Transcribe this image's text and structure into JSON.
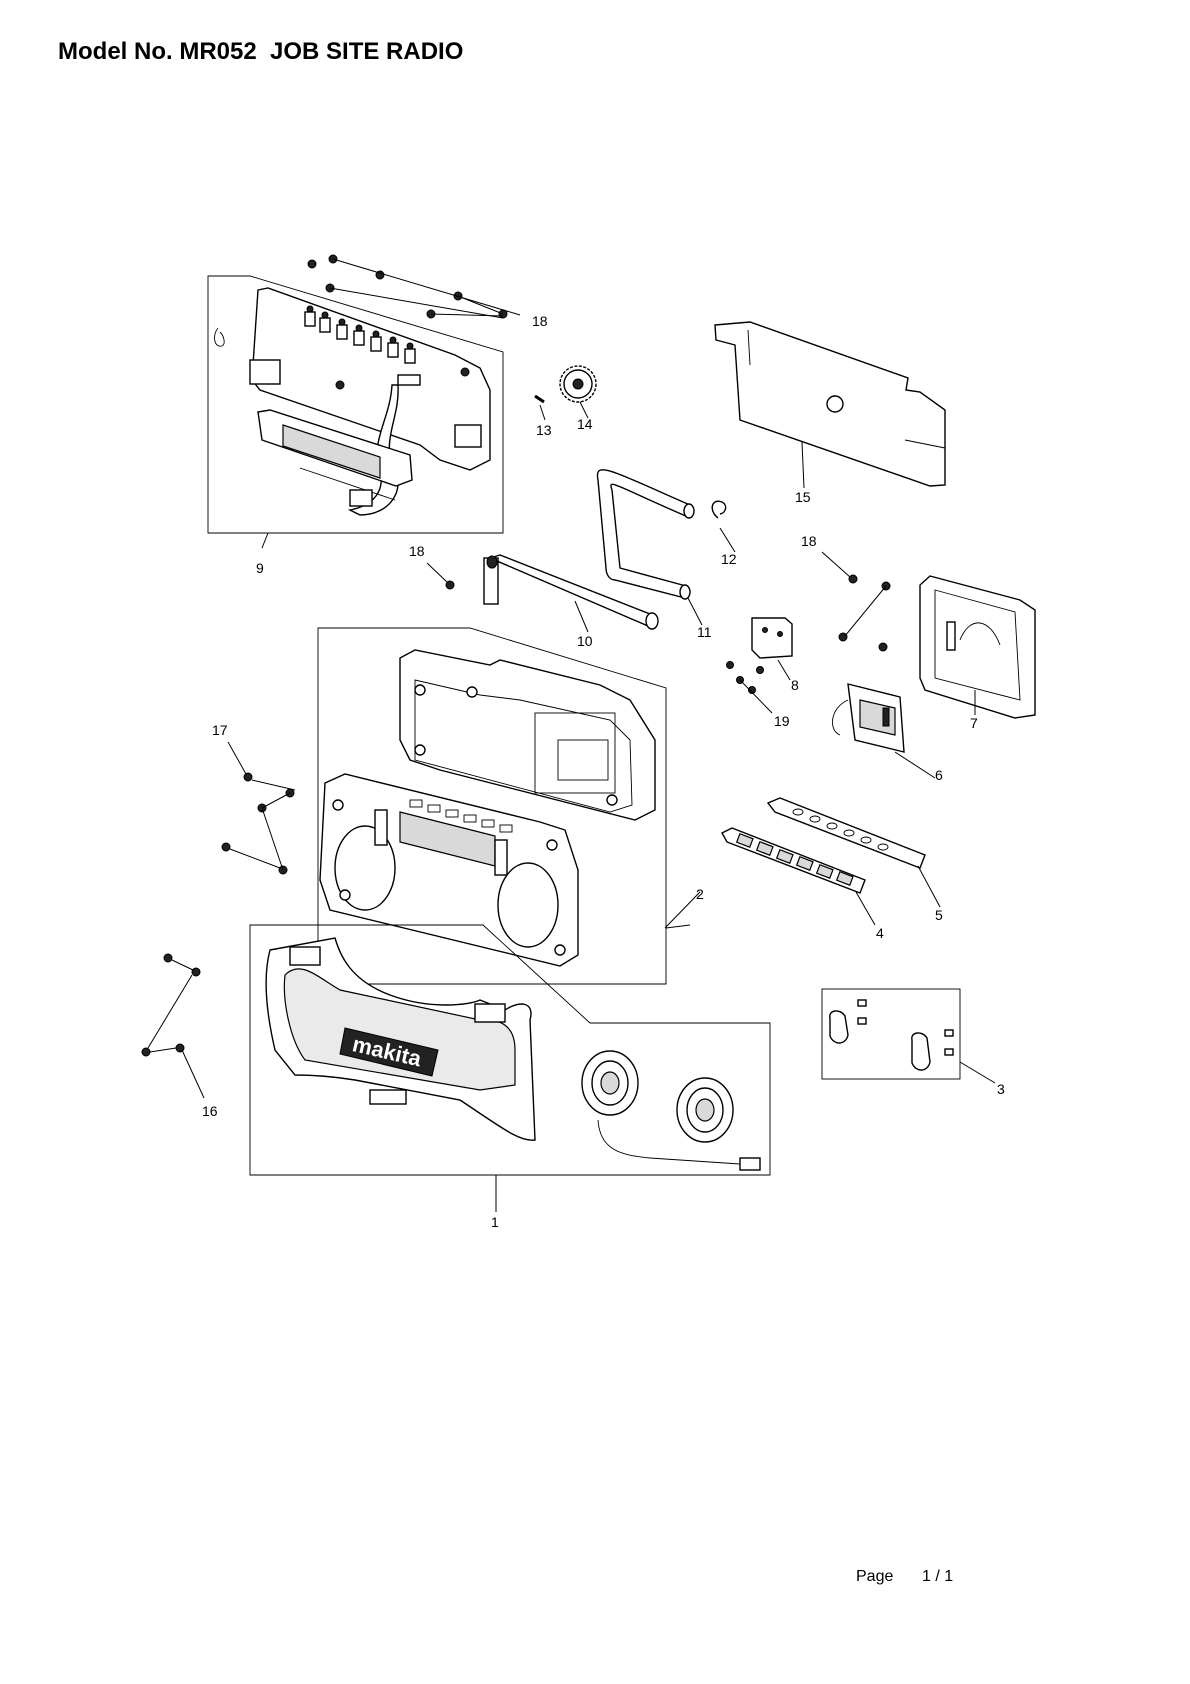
{
  "header": {
    "title": "Model No. MR052  JOB SITE RADIO"
  },
  "footer": {
    "page_label": "Page",
    "page_number": "1 / 1"
  },
  "callouts": {
    "c1": "1",
    "c2": "2",
    "c3": "3",
    "c4": "4",
    "c5": "5",
    "c6": "6",
    "c7": "7",
    "c8": "8",
    "c9": "9",
    "c10": "10",
    "c11": "11",
    "c12": "12",
    "c13": "13",
    "c14": "14",
    "c15": "15",
    "c16": "16",
    "c17": "17",
    "c18a": "18",
    "c18b": "18",
    "c18c": "18",
    "c19": "19"
  },
  "brand": {
    "logo_text": "makita"
  }
}
